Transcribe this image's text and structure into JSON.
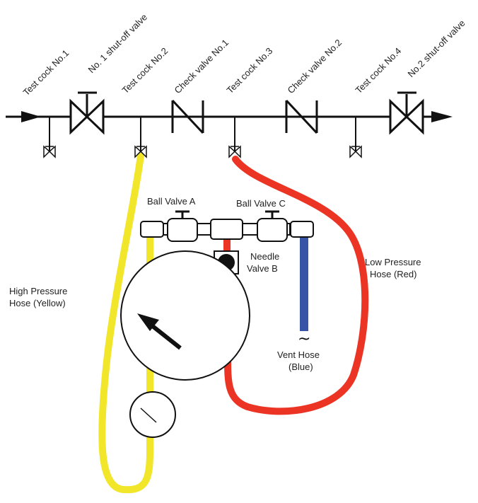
{
  "labels": {
    "test_cock_1": "Test cock No.1",
    "shutoff_1": "No. 1 shut-off valve",
    "test_cock_2": "Test cock No.2",
    "check_valve_1": "Check valve No.1",
    "test_cock_3": "Test cock No.3",
    "check_valve_2": "Check valve No.2",
    "test_cock_4": "Test cock No.4",
    "shutoff_2": "No.2 shut-off valve",
    "ball_valve_a": "Ball Valve A",
    "ball_valve_c": "Ball Valve C",
    "needle_line1": "Needle",
    "needle_line2": "Valve B",
    "low_line1": "Low Pressure",
    "low_line2": "Hose (Red)",
    "high_line1": "High Pressure",
    "high_line2": "Hose (Yellow)",
    "vent_line1": "Vent Hose",
    "vent_line2": "(Blue)"
  },
  "colors": {
    "high_pressure_hose": "#f2e62b",
    "low_pressure_hose": "#ec3424",
    "vent_hose": "#3754a6",
    "pipe": "#111111"
  },
  "icons": {
    "flow_in": "arrow-right-icon",
    "flow_out": "arrow-right-icon",
    "gauge": "differential-pressure-gauge-icon"
  }
}
